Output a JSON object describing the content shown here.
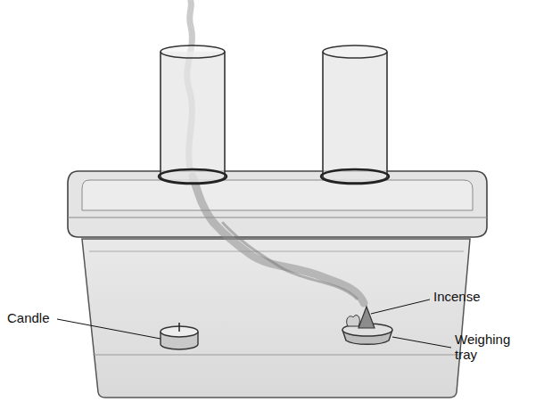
{
  "diagram": {
    "labels": [
      "Candle",
      "Incense",
      "Weighing tray"
    ]
  }
}
